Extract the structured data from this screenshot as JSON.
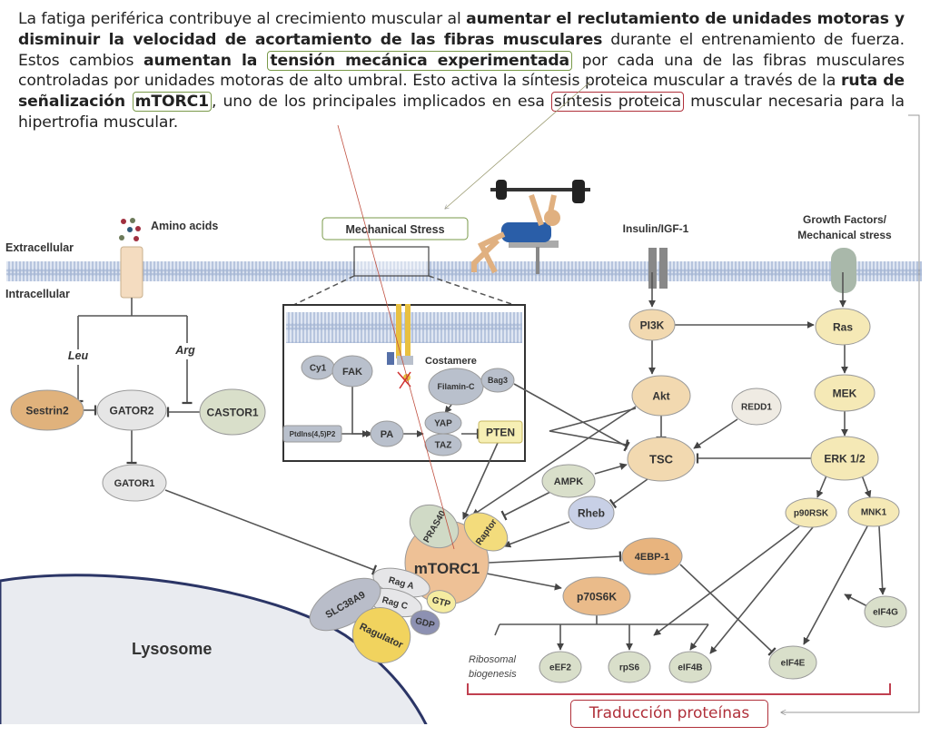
{
  "paragraph": {
    "s1": "La fatiga periférica contribuye al crecimiento muscular al ",
    "b1": "aumentar el reclutamiento de unidades motoras y disminuir la velocidad de acortamiento de las fibras musculares",
    "s2": " durante el entrenamiento de fuerza. Estos cambios ",
    "b2": "aumentan la ",
    "b2_highlight": "tensión mecánica experimentada",
    "s3": " por cada una de las fibras musculares controladas por unidades motoras de alto umbral. Esto activa la síntesis proteica muscular a través de la ",
    "b3": "ruta de señalización ",
    "b3_highlight": "mTORC1",
    "s4": ", uno de los principales implicados en esa ",
    "highlight_red": "síntesis proteica",
    "s5": " muscular necesaria para la hipertrofia muscular."
  },
  "colors": {
    "highlight_green": "#7a9a4a",
    "highlight_red": "#b0303a",
    "membrane": "#c5d1e6",
    "lysosome": "#e9ebf0"
  },
  "labels": {
    "extracellular": "Extracellular",
    "intracellular": "Intracellular",
    "amino_acids": "Amino acids",
    "mechanical_stress": "Mechanical Stress",
    "insulin": "Insulin/IGF-1",
    "growth_factors_1": "Growth Factors/",
    "growth_factors_2": "Mechanical stress",
    "leu": "Leu",
    "arg": "Arg",
    "costamere": "Costamere",
    "lysosome": "Lysosome",
    "ribosomal_1": "Ribosomal",
    "ribosomal_2": "biogenesis",
    "translation": "Traducción proteínas"
  },
  "nodes": [
    {
      "id": "sestrin2",
      "label": "Sestrin2",
      "color": "#e0b27c"
    },
    {
      "id": "gator2",
      "label": "GATOR2",
      "color": "#e6e6e6"
    },
    {
      "id": "castor1",
      "label": "CASTOR1",
      "color": "#d9dfca"
    },
    {
      "id": "gator1",
      "label": "GATOR1",
      "color": "#e6e6e6"
    },
    {
      "id": "cy1",
      "label": "Cy1",
      "color": "#b9c0cc"
    },
    {
      "id": "fak",
      "label": "FAK",
      "color": "#b9c0cc"
    },
    {
      "id": "ptdins",
      "label": "PtdIns(4,5)P2",
      "color": "#b9c0cc"
    },
    {
      "id": "pa",
      "label": "PA",
      "color": "#b9c0cc"
    },
    {
      "id": "filamin",
      "label": "Filamin-C",
      "color": "#b9c0cc"
    },
    {
      "id": "bag3",
      "label": "Bag3",
      "color": "#b9c0cc"
    },
    {
      "id": "yap",
      "label": "YAP",
      "color": "#b9c0cc"
    },
    {
      "id": "taz",
      "label": "TAZ",
      "color": "#b9c0cc"
    },
    {
      "id": "pten",
      "label": "PTEN",
      "color": "#f6efb4"
    },
    {
      "id": "pi3k",
      "label": "PI3K",
      "color": "#f2d9b0"
    },
    {
      "id": "ras",
      "label": "Ras",
      "color": "#f5e9b6"
    },
    {
      "id": "akt",
      "label": "Akt",
      "color": "#f2d9b0"
    },
    {
      "id": "mek",
      "label": "MEK",
      "color": "#f5e9b6"
    },
    {
      "id": "redd1",
      "label": "REDD1",
      "color": "#efebe3"
    },
    {
      "id": "tsc",
      "label": "TSC",
      "color": "#f2d9b0"
    },
    {
      "id": "erk",
      "label": "ERK 1/2",
      "color": "#f5e9b6"
    },
    {
      "id": "ampk",
      "label": "AMPK",
      "color": "#d9dfca"
    },
    {
      "id": "rheb",
      "label": "Rheb",
      "color": "#c8d0e6"
    },
    {
      "id": "p90rsk",
      "label": "p90RSK",
      "color": "#f5e9b6"
    },
    {
      "id": "mnk1",
      "label": "MNK1",
      "color": "#f5e9b6"
    },
    {
      "id": "mtorc1",
      "label": "mTORC1",
      "color": "#eec196"
    },
    {
      "id": "pras40",
      "label": "PRAS40",
      "color": "#d0dac6"
    },
    {
      "id": "raptor",
      "label": "Raptor",
      "color": "#f3dc7c"
    },
    {
      "id": "ebp",
      "label": "4EBP-1",
      "color": "#e8b47e"
    },
    {
      "id": "p70",
      "label": "p70S6K",
      "color": "#eabb8a"
    },
    {
      "id": "raga",
      "label": "Rag A",
      "color": "#e6e6e8"
    },
    {
      "id": "ragc",
      "label": "Rag C",
      "color": "#e6e6e8"
    },
    {
      "id": "gtp",
      "label": "GTP",
      "color": "#f5eca0"
    },
    {
      "id": "gdp",
      "label": "GDP",
      "color": "#8d91b2"
    },
    {
      "id": "slc",
      "label": "SLC38A9",
      "color": "#b9bdc9"
    },
    {
      "id": "ragulator",
      "label": "Ragulator",
      "color": "#f1d35e"
    },
    {
      "id": "eif4g",
      "label": "eIF4G",
      "color": "#d9dfca"
    },
    {
      "id": "eef2",
      "label": "eEF2",
      "color": "#d9dfca"
    },
    {
      "id": "rps6",
      "label": "rpS6",
      "color": "#d9dfca"
    },
    {
      "id": "eif4b",
      "label": "eIF4B",
      "color": "#d9dfca"
    },
    {
      "id": "eif4e",
      "label": "eIF4E",
      "color": "#d9dfca"
    }
  ]
}
